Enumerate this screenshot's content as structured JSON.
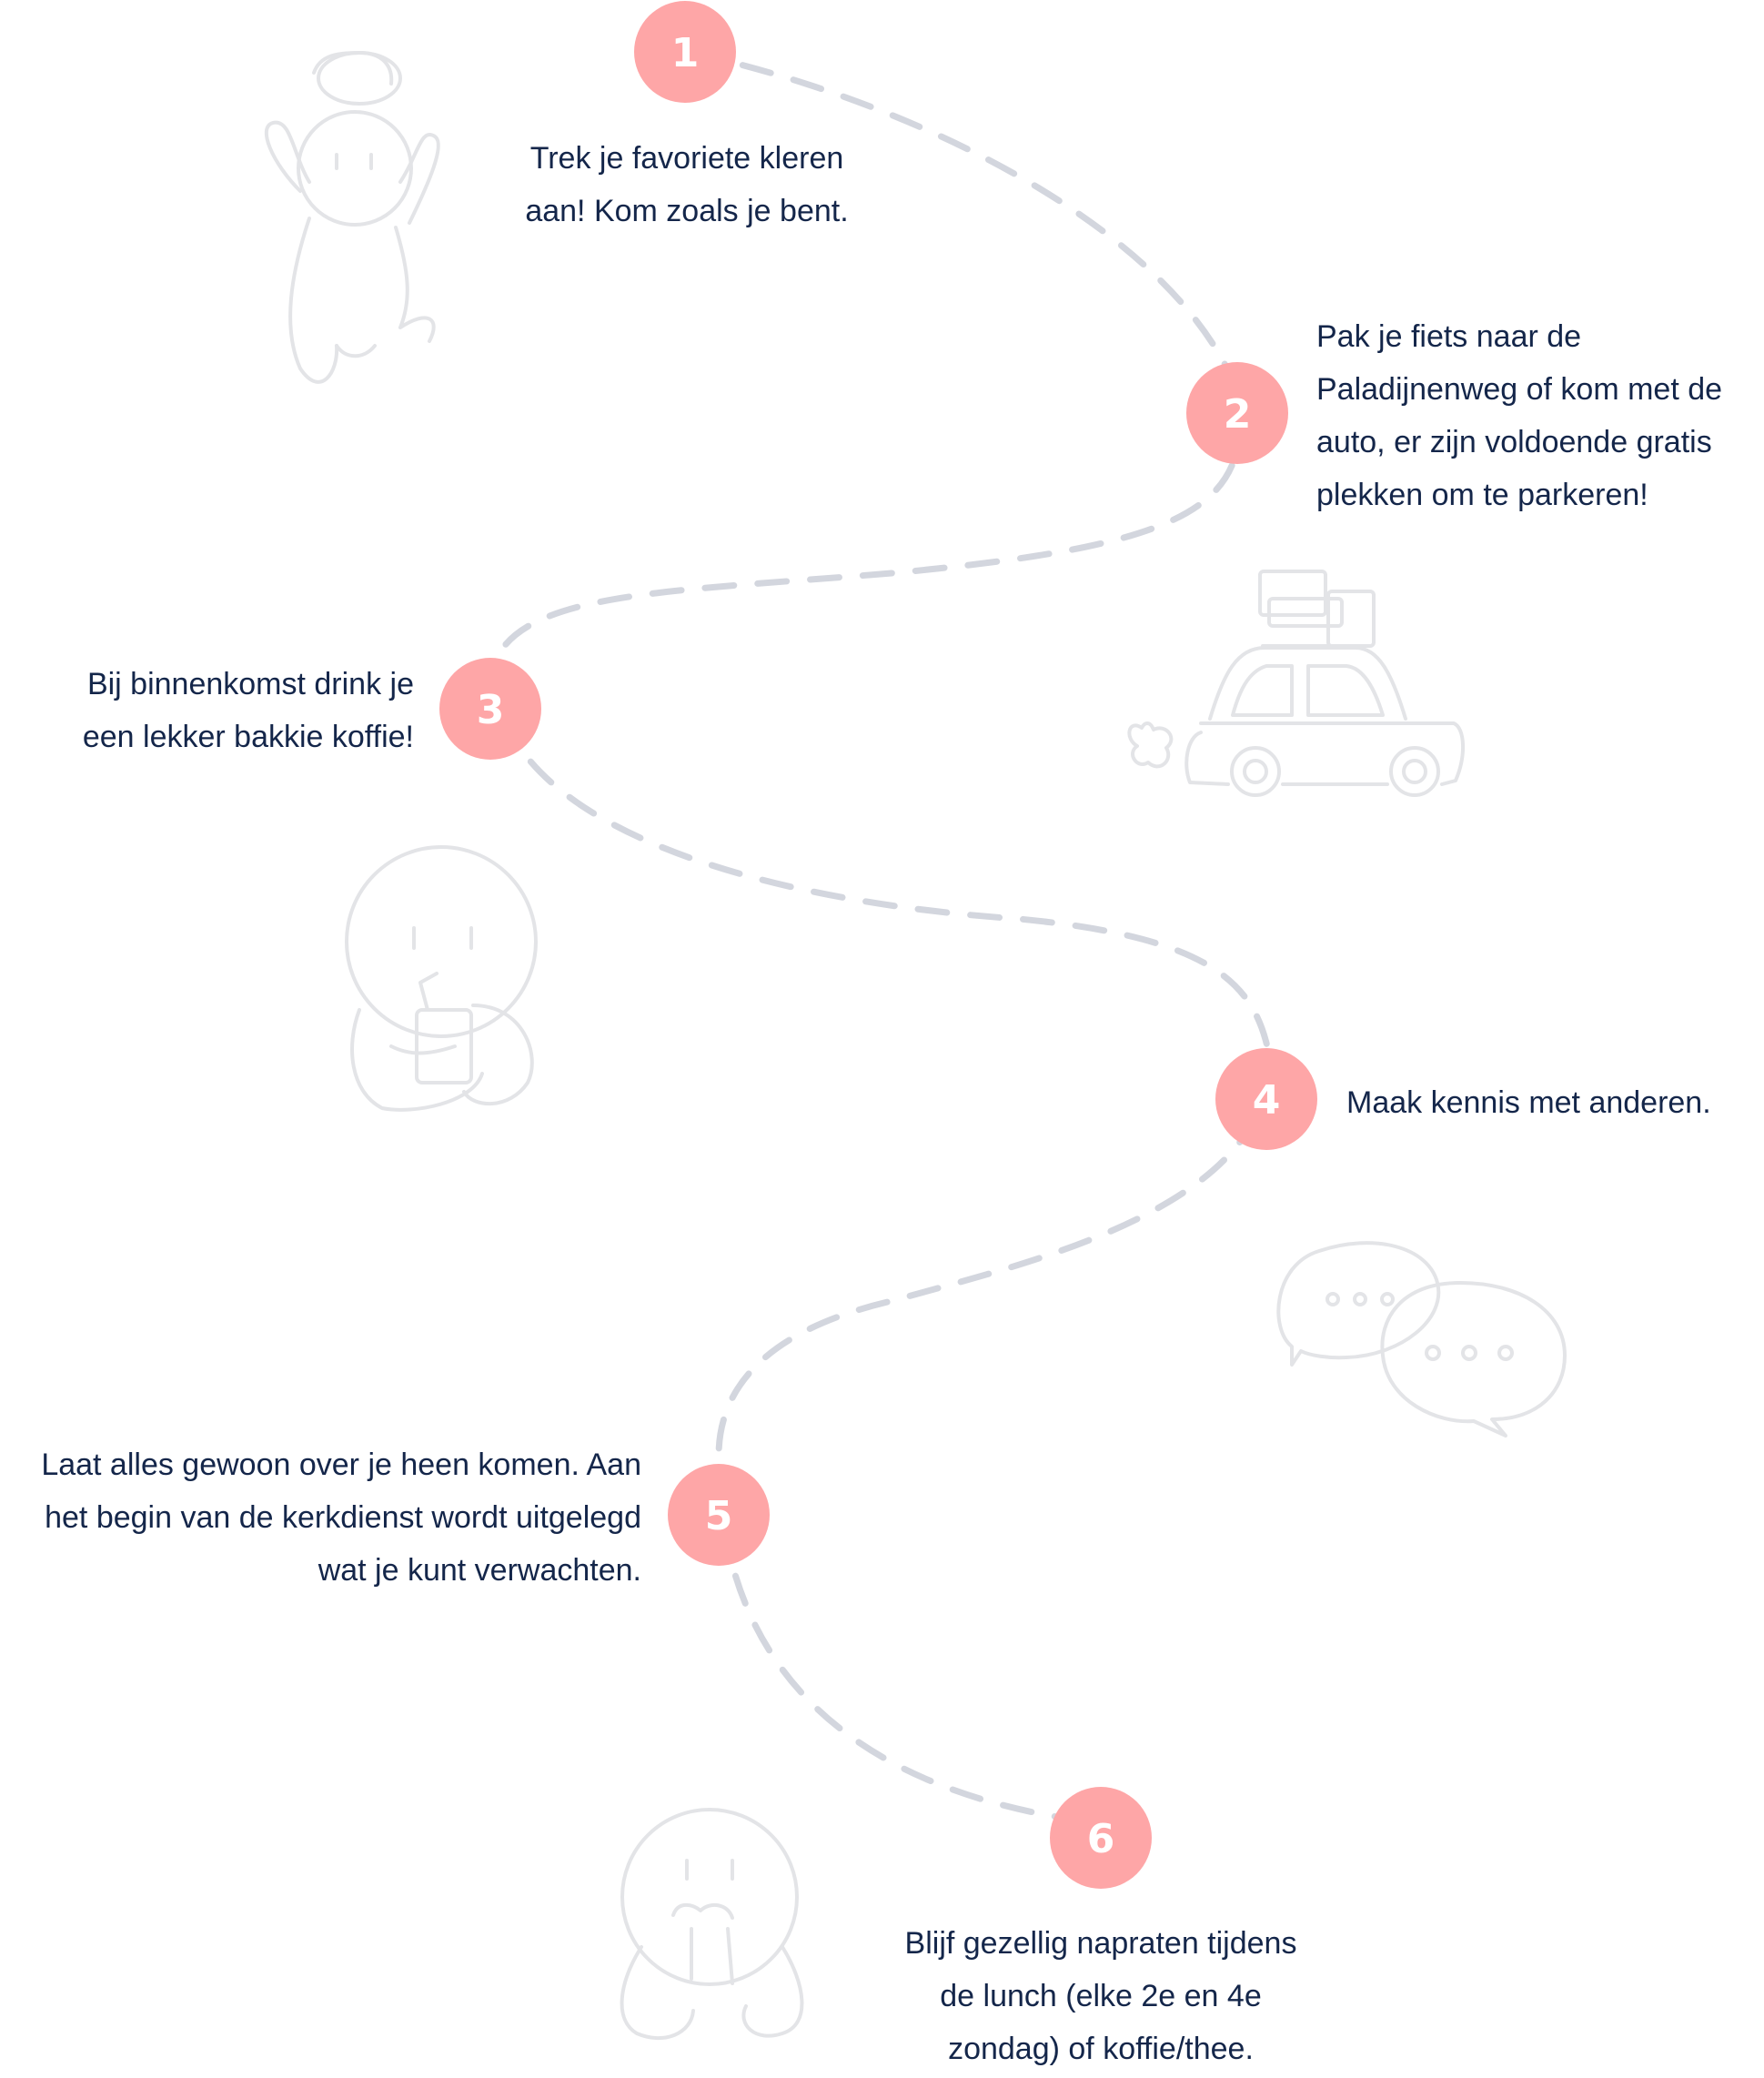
{
  "colors": {
    "accent": "#fea6a7",
    "text": "#14264a",
    "path": "#d3d6de",
    "illustration": "#e3e4e7"
  },
  "steps": [
    {
      "number": "1",
      "text": "Trek je favoriete kleren aan! Kom zoals je bent."
    },
    {
      "number": "2",
      "text": "Pak je fiets naar de Paladijnenweg of kom met de auto, er zijn voldoende gratis plekken om te parkeren!"
    },
    {
      "number": "3",
      "text": "Bij binnenkomst drink je een lekker bakkie koffie!"
    },
    {
      "number": "4",
      "text": "Maak kennis met anderen."
    },
    {
      "number": "5",
      "text": "Laat alles gewoon over je heen komen. Aan het begin van de kerkdienst wordt uitgelegd wat je kunt verwachten."
    },
    {
      "number": "6",
      "text": "Blijf gezellig napraten tijdens de lunch (elke 2e en 4e zondag) of koffie/thee."
    }
  ],
  "illustrations": [
    "person-with-hat-icon",
    "car-with-luggage-icon",
    "person-with-drink-icon",
    "chat-bubbles-icon",
    "person-eating-icon"
  ]
}
